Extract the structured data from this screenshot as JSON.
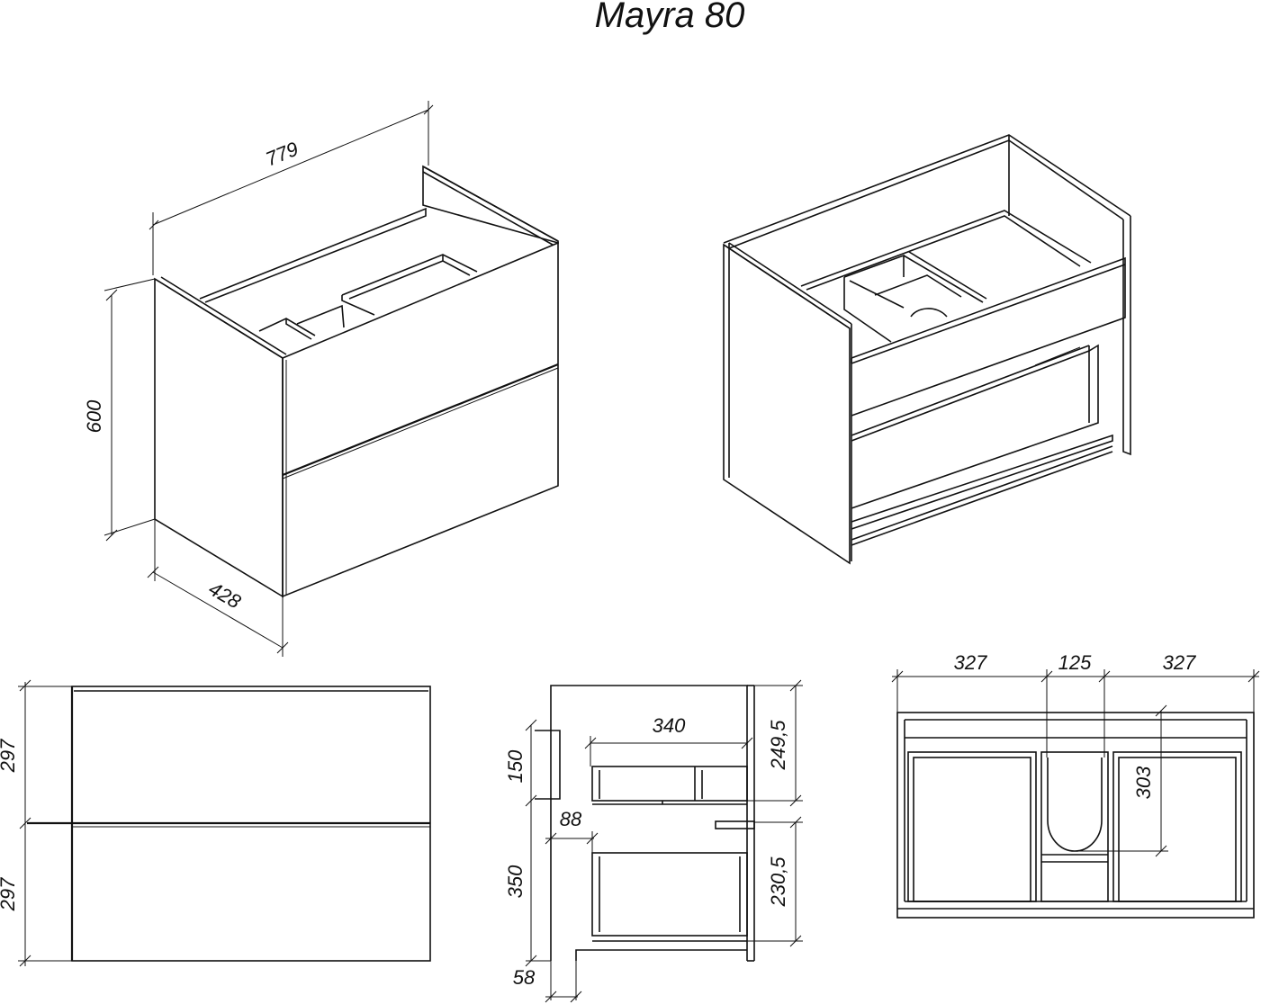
{
  "title": "Mayra 80",
  "dimensions": {
    "iso_width": "779",
    "iso_height": "600",
    "iso_depth": "428",
    "front_top_drawer": "297",
    "front_bottom_drawer": "297",
    "side_depth_inner": "340",
    "side_top_height": "249,5",
    "side_handle": "150",
    "side_offset": "88",
    "side_bottom_section": "350",
    "side_bottom_height": "230,5",
    "side_bottom_offset": "58",
    "top_left_width": "327",
    "top_center_width": "125",
    "top_right_width": "327",
    "top_cutout_depth": "303"
  }
}
